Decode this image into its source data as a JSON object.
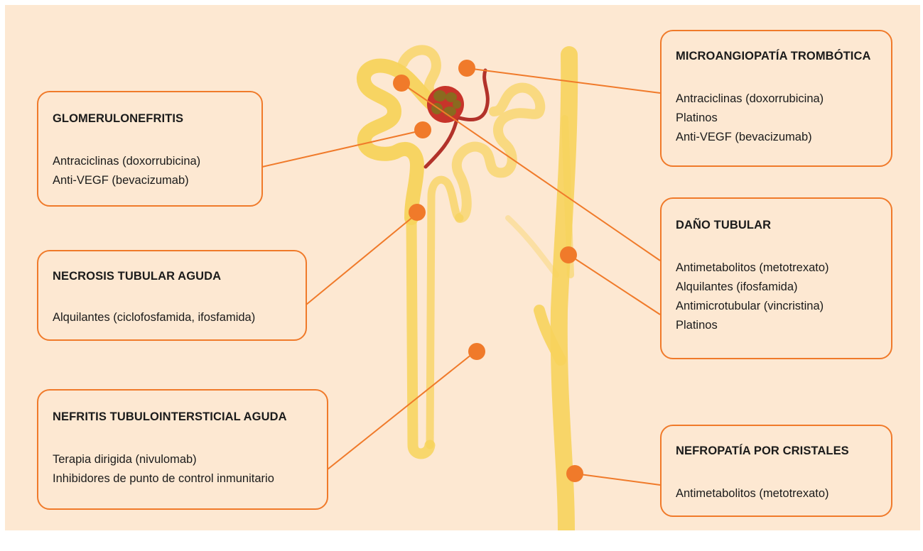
{
  "colors": {
    "background": "#fde8d2",
    "accent": "#f07a2a",
    "nephron": "#f7d35c",
    "vessel": "#b2322a",
    "glomerulus": "#8a6a1f"
  },
  "boxes": {
    "glomerulonefritis": {
      "title": "GLOMERULONEFRITIS",
      "items": [
        "Antraciclinas (doxorrubicina)",
        "Anti-VEGF (bevacizumab)"
      ]
    },
    "necrosis": {
      "title": "NECROSIS TUBULAR AGUDA",
      "items": [
        "Alquilantes (ciclofosfamida, ifosfamida)"
      ]
    },
    "nefritis": {
      "title": "NEFRITIS TUBULOINTERSTICIAL AGUDA",
      "items": [
        "Terapia dirigida (nivulomab)",
        "Inhibidores de punto de control inmunitario"
      ]
    },
    "microangiopatia": {
      "title": "MICROANGIOPATÍA TROMBÓTICA",
      "items": [
        "Antraciclinas (doxorrubicina)",
        "Platinos",
        "Anti-VEGF (bevacizumab)"
      ]
    },
    "dano_tubular": {
      "title": "DAÑO TUBULAR",
      "items": [
        "Antimetabolitos (metotrexato)",
        "Alquilantes (ifosfamida)",
        "Antimicrotubular (vincristina)",
        "Platinos"
      ]
    },
    "cristales": {
      "title": "NEFROPATÍA POR CRISTALES",
      "items": [
        "Antimetabolitos (metotrexato)"
      ]
    }
  }
}
